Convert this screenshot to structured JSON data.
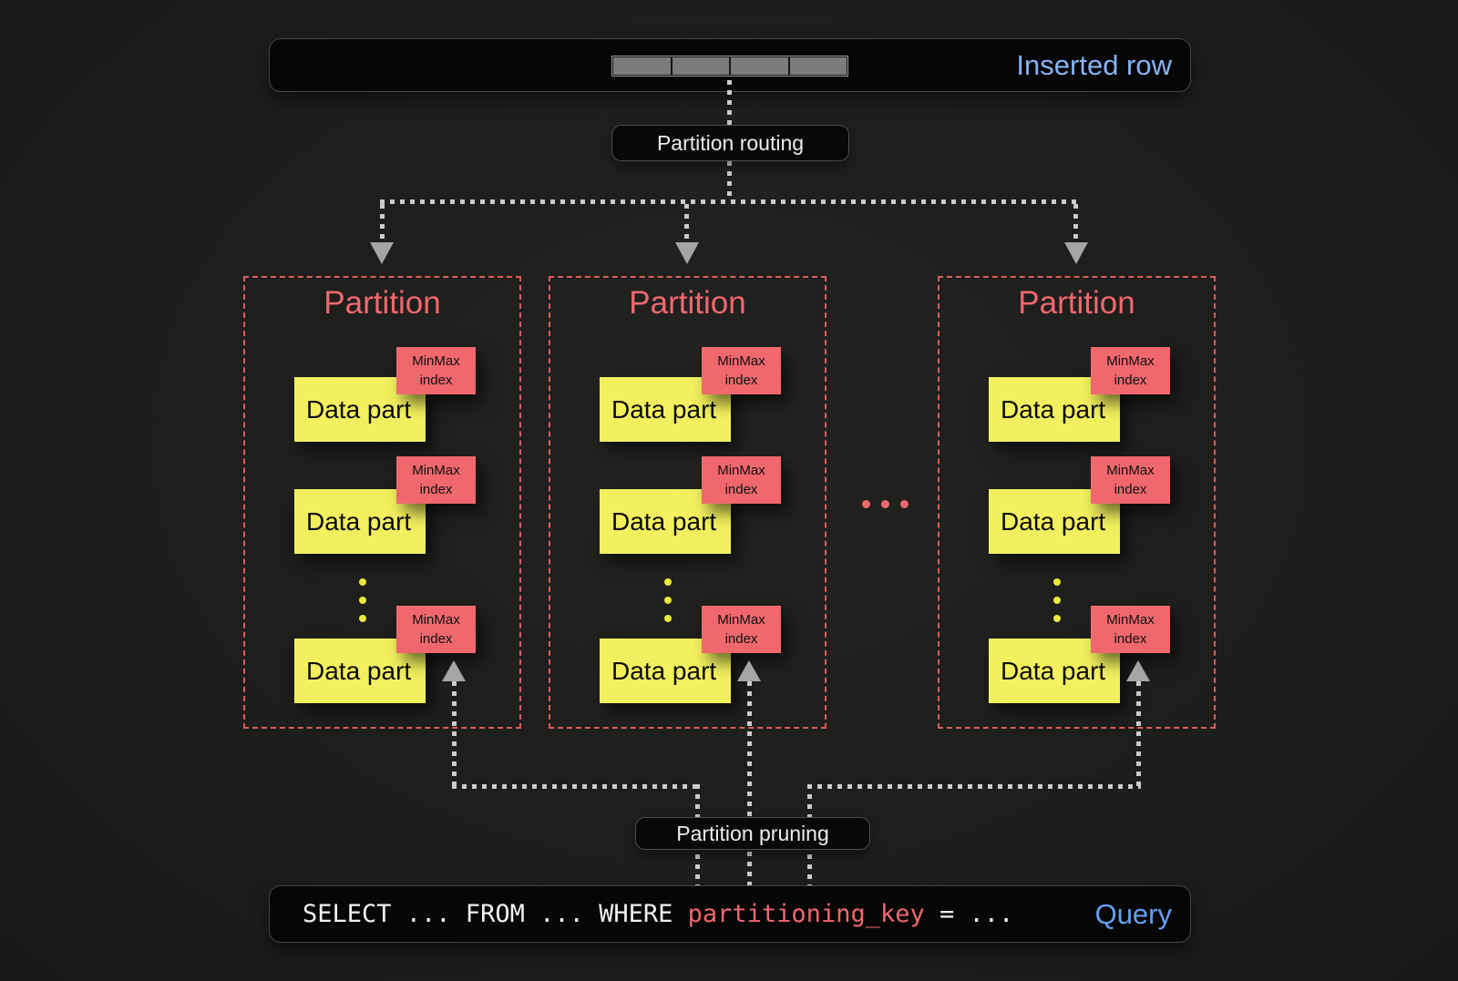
{
  "palette": {
    "background": "#1e1e1c",
    "panel_bg": "#060606",
    "panel_border": "#454545",
    "accent_blue_light": "#86b3f4",
    "accent_blue": "#62a0f0",
    "salmon": "#f0686d",
    "yellow": "#f2f05e",
    "arrow_gray": "#a5a5a5",
    "dot_gray": "#cbcbcb"
  },
  "inserted_row": {
    "label": "Inserted row",
    "segment_count": 4
  },
  "routing": {
    "label": "Partition routing"
  },
  "pruning": {
    "label": "Partition pruning"
  },
  "partitions": [
    {
      "title": "Partition",
      "parts": [
        {
          "label": "Data part",
          "tag": "MinMax index"
        },
        {
          "label": "Data part",
          "tag": "MinMax index"
        },
        {
          "label": "Data part",
          "tag": "MinMax index"
        }
      ]
    },
    {
      "title": "Partition",
      "parts": [
        {
          "label": "Data part",
          "tag": "MinMax index"
        },
        {
          "label": "Data part",
          "tag": "MinMax index"
        },
        {
          "label": "Data part",
          "tag": "MinMax index"
        }
      ]
    },
    {
      "title": "Partition",
      "parts": [
        {
          "label": "Data part",
          "tag": "MinMax index"
        },
        {
          "label": "Data part",
          "tag": "MinMax index"
        },
        {
          "label": "Data part",
          "tag": "MinMax index"
        }
      ]
    }
  ],
  "query": {
    "sql_prefix": "SELECT ... FROM ... WHERE ",
    "key": "partitioning_key",
    "sql_suffix": " = ...",
    "label": "Query"
  }
}
